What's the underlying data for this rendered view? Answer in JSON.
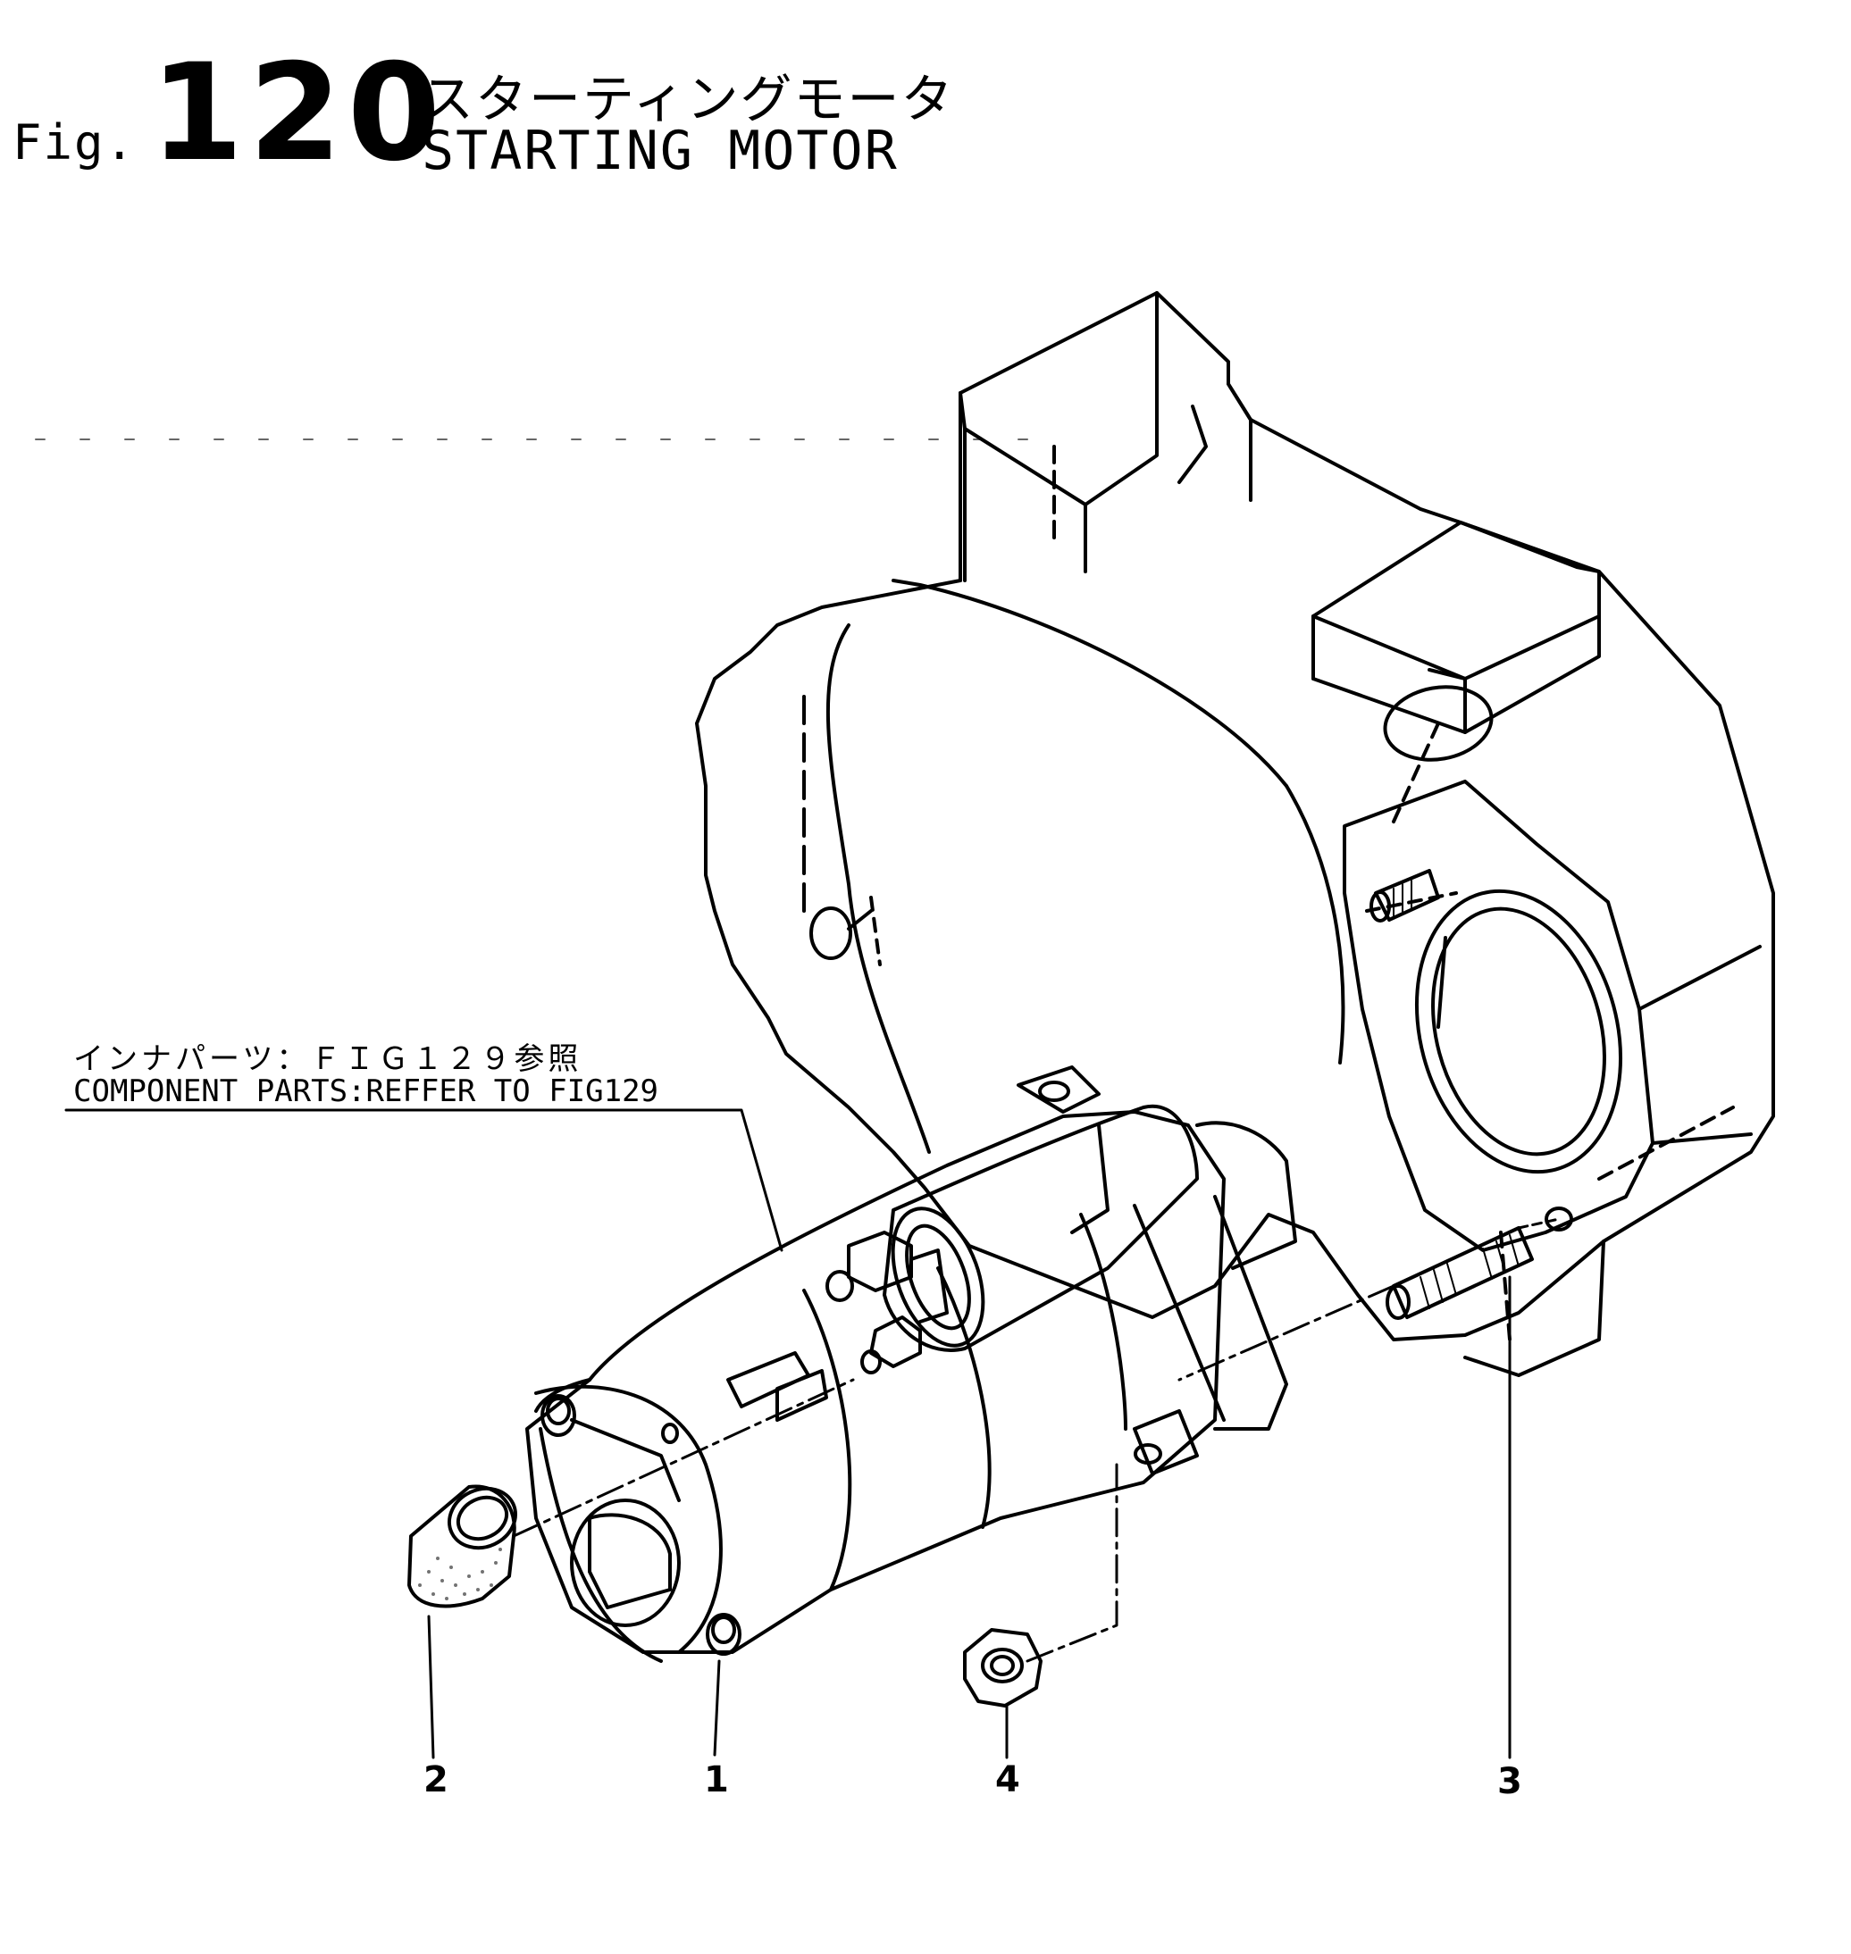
{
  "header": {
    "fig_prefix": "Fig.",
    "fig_number": "120",
    "title_jp": "スターティングモータ",
    "title_en": "STARTING MOTOR"
  },
  "note": {
    "jp": "インナパーツ：ＦＩＧ１２９参照",
    "en": "COMPONENT PARTS:REFFER TO FIG129"
  },
  "callouts": {
    "c1": "1",
    "c2": "2",
    "c3": "3",
    "c4": "4"
  }
}
